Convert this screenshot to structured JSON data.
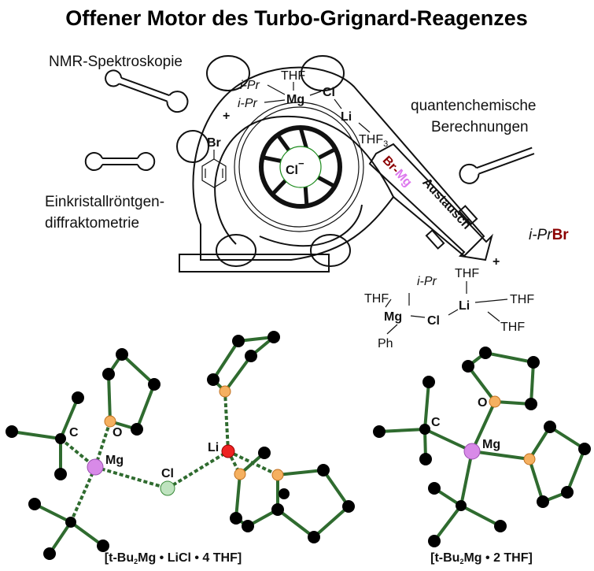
{
  "title": "Offener Motor des Turbo-Grignard-Reagenzes",
  "methods": {
    "nmr": "NMR-Spektroskopie",
    "quantum_line1": "quantenchemische",
    "quantum_line2": "Berechnungen",
    "xray_line1": "Einkristallröntgen-",
    "xray_line2": "diffraktometrie"
  },
  "reagent": {
    "thf": "THF",
    "ipr1": "i-Pr",
    "ipr2": "i-Pr",
    "mg": "Mg",
    "cl": "Cl",
    "li": "Li",
    "thf3": "THF",
    "thf3_sub": "3",
    "plus": "+",
    "br": "Br",
    "chloride": "Cl",
    "chloride_charge": "−"
  },
  "arrow": {
    "br": "Br",
    "dash": "-",
    "mg": "Mg",
    "label": "Austausch"
  },
  "products": {
    "iprbr_prefix": "i-Pr",
    "iprbr_br": "Br",
    "plus": "+",
    "thf_top": "THF",
    "thf_right1": "THF",
    "thf_right2": "THF",
    "thf_left": "THF",
    "ipr": "i-Pr",
    "mg": "Mg",
    "cl": "Cl",
    "li": "Li",
    "ph": "Ph"
  },
  "structure_left": {
    "labels": {
      "c": "C",
      "o": "O",
      "mg": "Mg",
      "cl": "Cl",
      "li": "Li"
    },
    "caption_pre": "[t-Bu",
    "caption_sub": "2",
    "caption_post": "Mg • LiCl • 4 THF]"
  },
  "structure_right": {
    "labels": {
      "c": "C",
      "o": "O",
      "mg": "Mg"
    },
    "caption_pre": "[t-Bu",
    "caption_sub": "2",
    "caption_post": "Mg • 2 THF]"
  },
  "colors": {
    "mg": "#dd77ee",
    "cl": "#1a8a1a",
    "li": "#ee1111",
    "br": "#8b0000",
    "o": "#f08a00",
    "bond": "#2f6b2f"
  }
}
